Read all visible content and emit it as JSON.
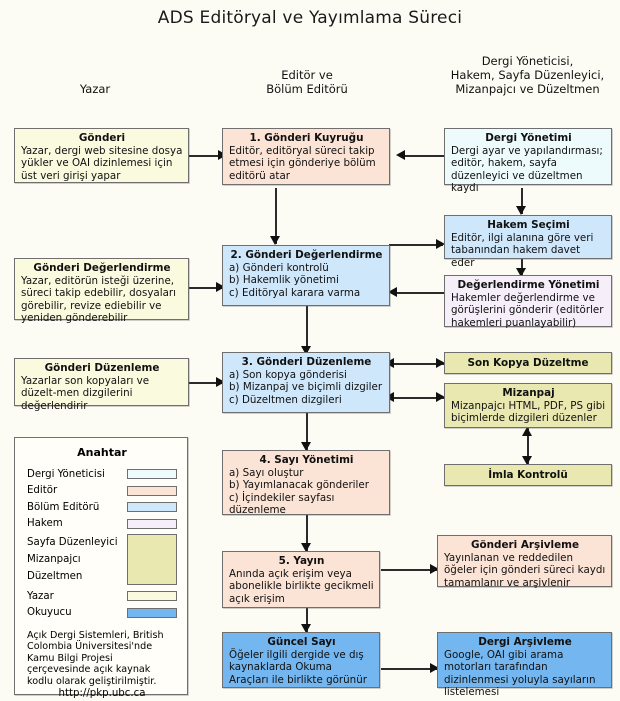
{
  "title": "ADS Editöryal ve Yayımlama Süreci",
  "columns": [
    {
      "name": "author-column-header",
      "label": "Yazar"
    },
    {
      "name": "editor-column-header",
      "label": "Editör ve\nBölüm Editörü"
    },
    {
      "name": "staff-column-header",
      "label": "Dergi Yöneticisi,\nHakem, Sayfa Düzenleyici,\nMizanpajcı ve Düzeltmen"
    }
  ],
  "nodes": {
    "submission": {
      "title": "Gönderi",
      "body": "Yazar, dergi web sitesine dosya yükler ve OAI dizinlemesi için üst veri girişi yapar",
      "role": "Yazar"
    },
    "submission_queue": {
      "title": "1. Gönderi Kuyruğu",
      "body": "Editör, editöryal süreci takip etmesi için gönderiye bölüm editörü atar",
      "role": "Editör"
    },
    "journal_management": {
      "title": "Dergi Yönetimi",
      "body": "Dergi ayar ve yapılandırması; editör, hakem, sayfa düzenleyici ve düzeltmen kaydı",
      "role": "Dergi Yöneticisi"
    },
    "reviewer_selection": {
      "title": "Hakem Seçimi",
      "body": "Editör, ilgi alanına göre veri tabanından hakem davet eder",
      "role": "Bölüm Editörü"
    },
    "submission_review_author": {
      "title": "Gönderi Değerlendirme",
      "body": "Yazar, editörün isteği üzerine, süreci takip edebilir, dosyaları görebilir, revize ediebilir ve yeniden gönderebilir",
      "role": "Yazar"
    },
    "submission_review": {
      "title": "2. Gönderi Değerlendirme",
      "body": "a) Gönderi kontrolü\nb) Hakemlik yönetimi\nc) Editöryal karara varma",
      "role": "Bölüm Editörü"
    },
    "review_management": {
      "title": "Değerlendirme Yönetimi",
      "body": "Hakemler değerlendirme ve görüşlerini gönderir (editörler hakemleri puanlayabilir)",
      "role": "Hakem"
    },
    "submission_editing_author": {
      "title": "Gönderi Düzenleme",
      "body": "Yazarlar son kopyaları ve düzelt-men dizgilerini değerlendirir",
      "role": "Yazar"
    },
    "submission_editing": {
      "title": "3. Gönderi Düzenleme",
      "body": "a) Son kopya gönderisi\nb) Mizanpaj ve biçimli dizgiler\nc) Düzeltmen dizgileri",
      "role": "Bölüm Editörü"
    },
    "copyediting": {
      "title": "Son Kopya Düzeltme",
      "body": "",
      "role": "Sayfa Düzenleyici"
    },
    "layout": {
      "title": "Mizanpaj",
      "body": "Mizanpajcı HTML, PDF, PS gibi biçimlerde dizgileri düzenler",
      "role": "Mizanpajcı"
    },
    "proofreading": {
      "title": "İmla Kontrolü",
      "body": "",
      "role": "Düzeltmen"
    },
    "issue_management": {
      "title": "4. Sayı Yönetimi",
      "body": "a) Sayı oluştur\nb) Yayımlanacak gönderiler\nc) İçindekiler sayfası düzenleme",
      "role": "Editör"
    },
    "publication": {
      "title": "5. Yayın",
      "body": "Anında açık erişim veya abonelikle birlikte gecikmeli açık erişim",
      "role": "Editör"
    },
    "submission_archive": {
      "title": "Gönderi Arşivleme",
      "body": "Yayınlanan ve reddedilen öğeler için gönderi süreci kaydı tamamlanır ve arşivlenir",
      "role": "Editör"
    },
    "current_issue": {
      "title": "Güncel Sayı",
      "body": "Öğeler  ilgili dergide ve dış kaynaklarda  Okuma Araçları  ile birlikte  görünür",
      "role": "Okuyucu"
    },
    "journal_archive": {
      "title": "Dergi Arşivleme",
      "body": "Google, OAI gibi arama motorları tarafından  dizinlenmesi yoluyla sayıların listelemesi",
      "role": "Okuyucu"
    }
  },
  "legend": {
    "heading": "Anahtar",
    "items": [
      {
        "label": "Dergi Yöneticisi",
        "color": "#eefbfd"
      },
      {
        "label": "Editör",
        "color": "#fbe3d5"
      },
      {
        "label": "Bölüm Editörü",
        "color": "#cfe7fb"
      },
      {
        "label": "Hakem",
        "color": "#f6effa"
      }
    ],
    "group": {
      "labels": [
        "Sayfa Düzenleyici",
        "Mizanpajcı",
        "Düzeltmen"
      ],
      "color": "#e9e8b0"
    },
    "items_after": [
      {
        "label": "Yazar",
        "color": "#fafade"
      },
      {
        "label": "Okuyucu",
        "color": "#74b6ef"
      }
    ],
    "note": "Açık Dergi Sistemleri, British Colombia Üniversitesi'nde Kamu Bilgi Projesi çerçevesinde açık kaynak kodlu olarak geliştirilmiştir.",
    "url": "http://pkp.ubc.ca"
  }
}
